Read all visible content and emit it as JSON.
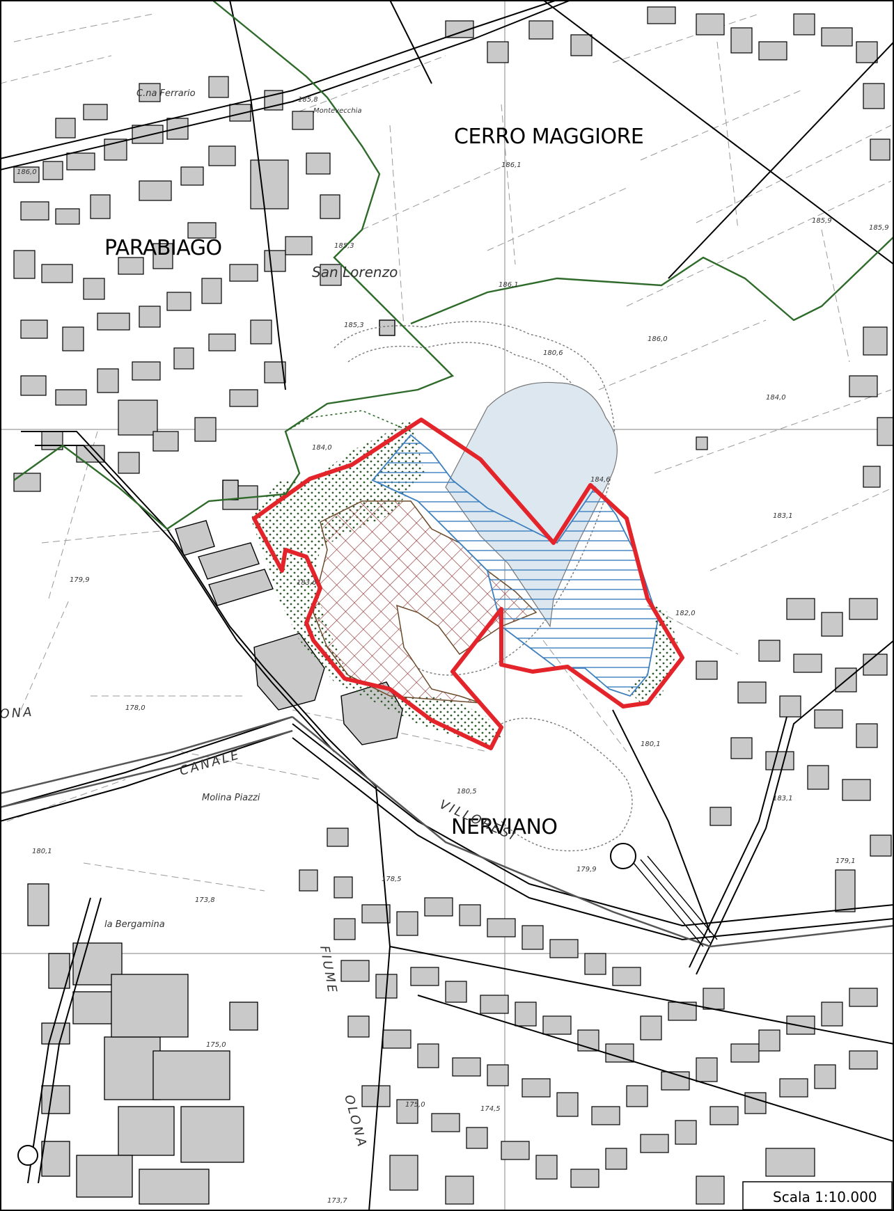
{
  "map": {
    "scale": "Scala 1:10.000",
    "places": {
      "cerro": "CERRO MAGGIORE",
      "parabiago": "PARABIAGO",
      "nerviano": "NERVIANO"
    },
    "topo_labels": {
      "ferrario": "C.na Ferrario",
      "montevecchia": "Montevecchia",
      "san_lorenzo": "San Lorenzo",
      "canale": "CANALE",
      "villoresi": "VILLORESI",
      "molina": "Molina  Piazzi",
      "bergamina": "la Bergamina",
      "fiume": "FIUME",
      "olona_south": "OLONA",
      "olona_west": "ONA"
    },
    "elevations": {
      "e1": "185,8",
      "e2": "186,0",
      "e3": "186,1",
      "e4": "185,9",
      "e5": "185,9",
      "e6": "185,3",
      "e7": "186,1",
      "e8": "185,3",
      "e9": "180,6",
      "e10": "186,0",
      "e11": "184,0",
      "e12": "184,0",
      "e13": "184,6",
      "e14": "183,1",
      "e15": "182,0",
      "e16": "179,9",
      "e17": "178,0",
      "e18": "180,1",
      "e19": "180,5",
      "e20": "179,9",
      "e21": "178,5",
      "e22": "180,1",
      "e23": "173,8",
      "e24": "175,0",
      "e25": "175,0",
      "e26": "174,5",
      "e27": "173,7",
      "e28": "179,1",
      "e29": "183,6",
      "e30": "183,1"
    },
    "colors": {
      "boundary_red": "#e3242b",
      "municipal_line": "#2e6b2a",
      "blue_hatch": "#3c7fbf",
      "light_blue": "#dce7f0",
      "crosshatch": "#8a2a2a",
      "dots": "#2f5a2a",
      "buildings": "#c9c9c9"
    }
  }
}
